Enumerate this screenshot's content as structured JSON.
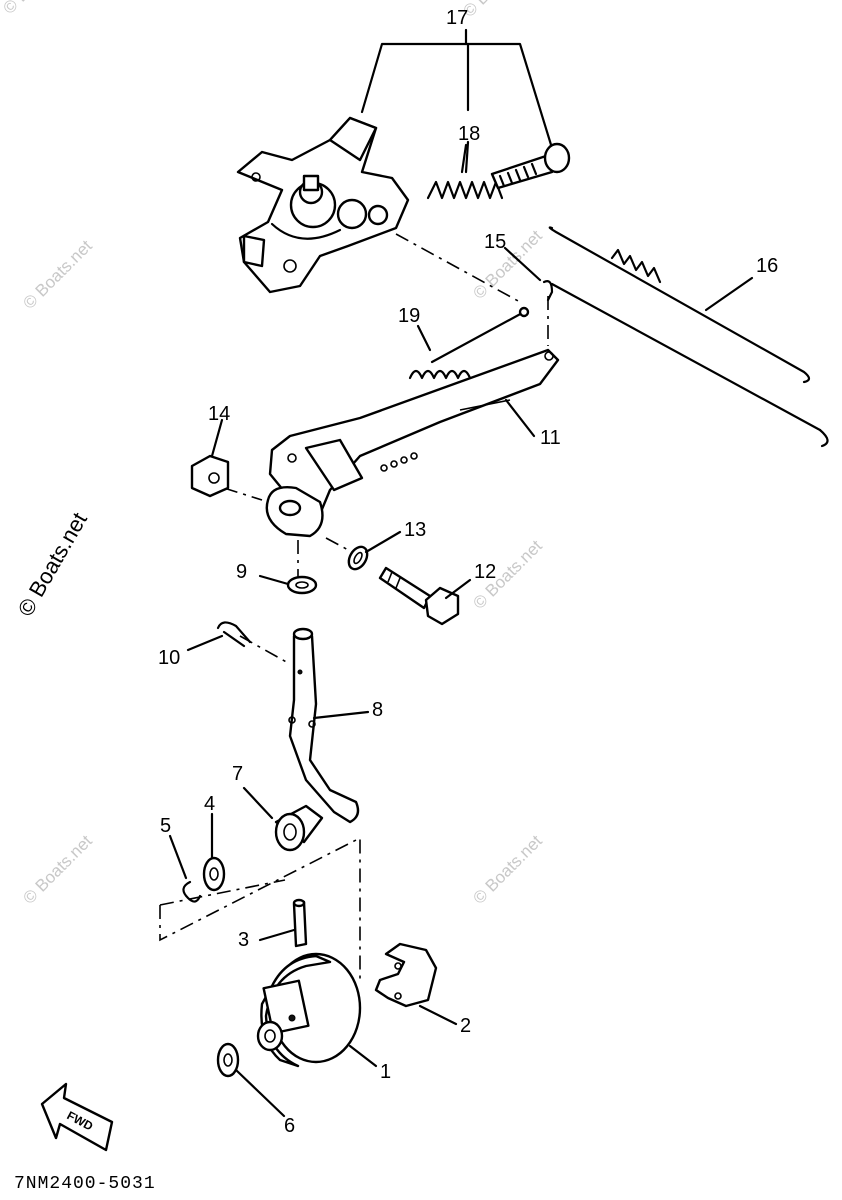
{
  "diagram": {
    "callouts": [
      "1",
      "2",
      "3",
      "4",
      "5",
      "6",
      "7",
      "8",
      "9",
      "10",
      "11",
      "12",
      "13",
      "14",
      "15",
      "16",
      "17",
      "18",
      "19"
    ],
    "watermark": "© Boats.net",
    "part_code": "7NM2400-5031",
    "fwd_label": "FWD"
  }
}
